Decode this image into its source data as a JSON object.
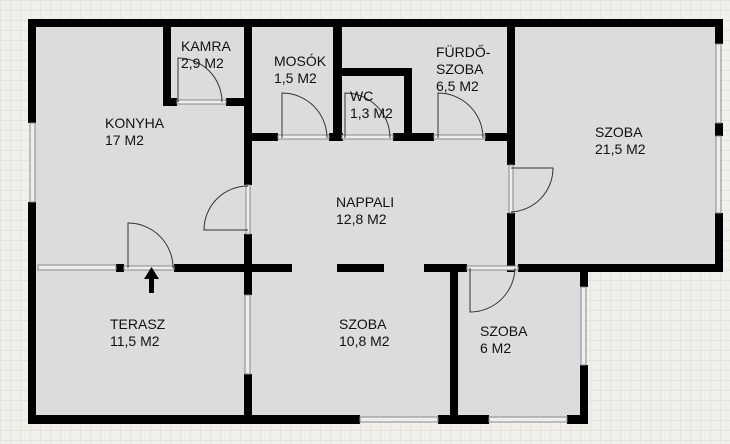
{
  "plan": {
    "wall_color": "#000000",
    "room_color": "#dcdcdc",
    "rooms": [
      {
        "name": "KAMRA",
        "area": "2,9 M2"
      },
      {
        "name": "MOSÓK",
        "area": "1,5 M2"
      },
      {
        "name": "WC",
        "area": "1,3 M2"
      },
      {
        "name": "FÜRDŐ-",
        "name2": "SZOBA",
        "area": "6,5 M2"
      },
      {
        "name": "SZOBA",
        "area": "21,5 M2"
      },
      {
        "name": "KONYHA",
        "area": "17 M2"
      },
      {
        "name": "NAPPALI",
        "area": "12,8 M2"
      },
      {
        "name": "TERASZ",
        "area": "11,5 M2"
      },
      {
        "name": "SZOBA",
        "area": "10,8 M2"
      },
      {
        "name": "SZOBA",
        "area": "6 M2"
      }
    ]
  }
}
